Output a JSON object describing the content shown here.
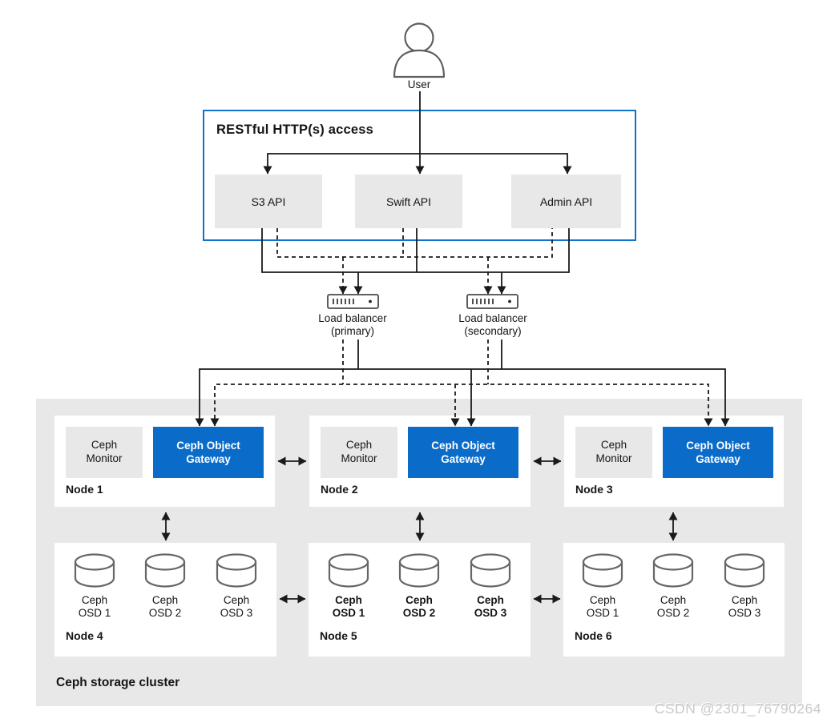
{
  "user": {
    "label": "User"
  },
  "rest_access": {
    "title": "RESTful HTTP(s) access",
    "apis": [
      {
        "label": "S3 API"
      },
      {
        "label": "Swift API"
      },
      {
        "label": "Admin API"
      }
    ]
  },
  "load_balancers": [
    {
      "label": "Load balancer",
      "qualifier": "(primary)"
    },
    {
      "label": "Load balancer",
      "qualifier": "(secondary)"
    }
  ],
  "cluster": {
    "title": "Ceph storage cluster",
    "gateway_nodes": [
      {
        "name": "Node 1",
        "monitor": "Ceph Monitor",
        "gateway": "Ceph Object Gateway"
      },
      {
        "name": "Node 2",
        "monitor": "Ceph Monitor",
        "gateway": "Ceph Object Gateway"
      },
      {
        "name": "Node 3",
        "monitor": "Ceph Monitor",
        "gateway": "Ceph Object Gateway"
      }
    ],
    "osd_nodes": [
      {
        "name": "Node 4",
        "osds": [
          "Ceph OSD 1",
          "Ceph OSD 2",
          "Ceph OSD 3"
        ]
      },
      {
        "name": "Node 5",
        "osds": [
          "Ceph OSD 1",
          "Ceph OSD 2",
          "Ceph OSD 3"
        ]
      },
      {
        "name": "Node 6",
        "osds": [
          "Ceph OSD 1",
          "Ceph OSD 2",
          "Ceph OSD 3"
        ]
      }
    ]
  },
  "watermark": "CSDN @2301_76790264",
  "icons": {
    "user": "user-icon",
    "load_balancer": "load-balancer-icon",
    "osd": "disk-icon"
  },
  "colors": {
    "accent_blue": "#0a6cc8",
    "border_blue": "#1173ca",
    "panel_gray": "#e8e8e8",
    "line": "#1a1a1a",
    "icon_stroke": "#5f5f5f",
    "watermark": "#c9c9c9"
  }
}
